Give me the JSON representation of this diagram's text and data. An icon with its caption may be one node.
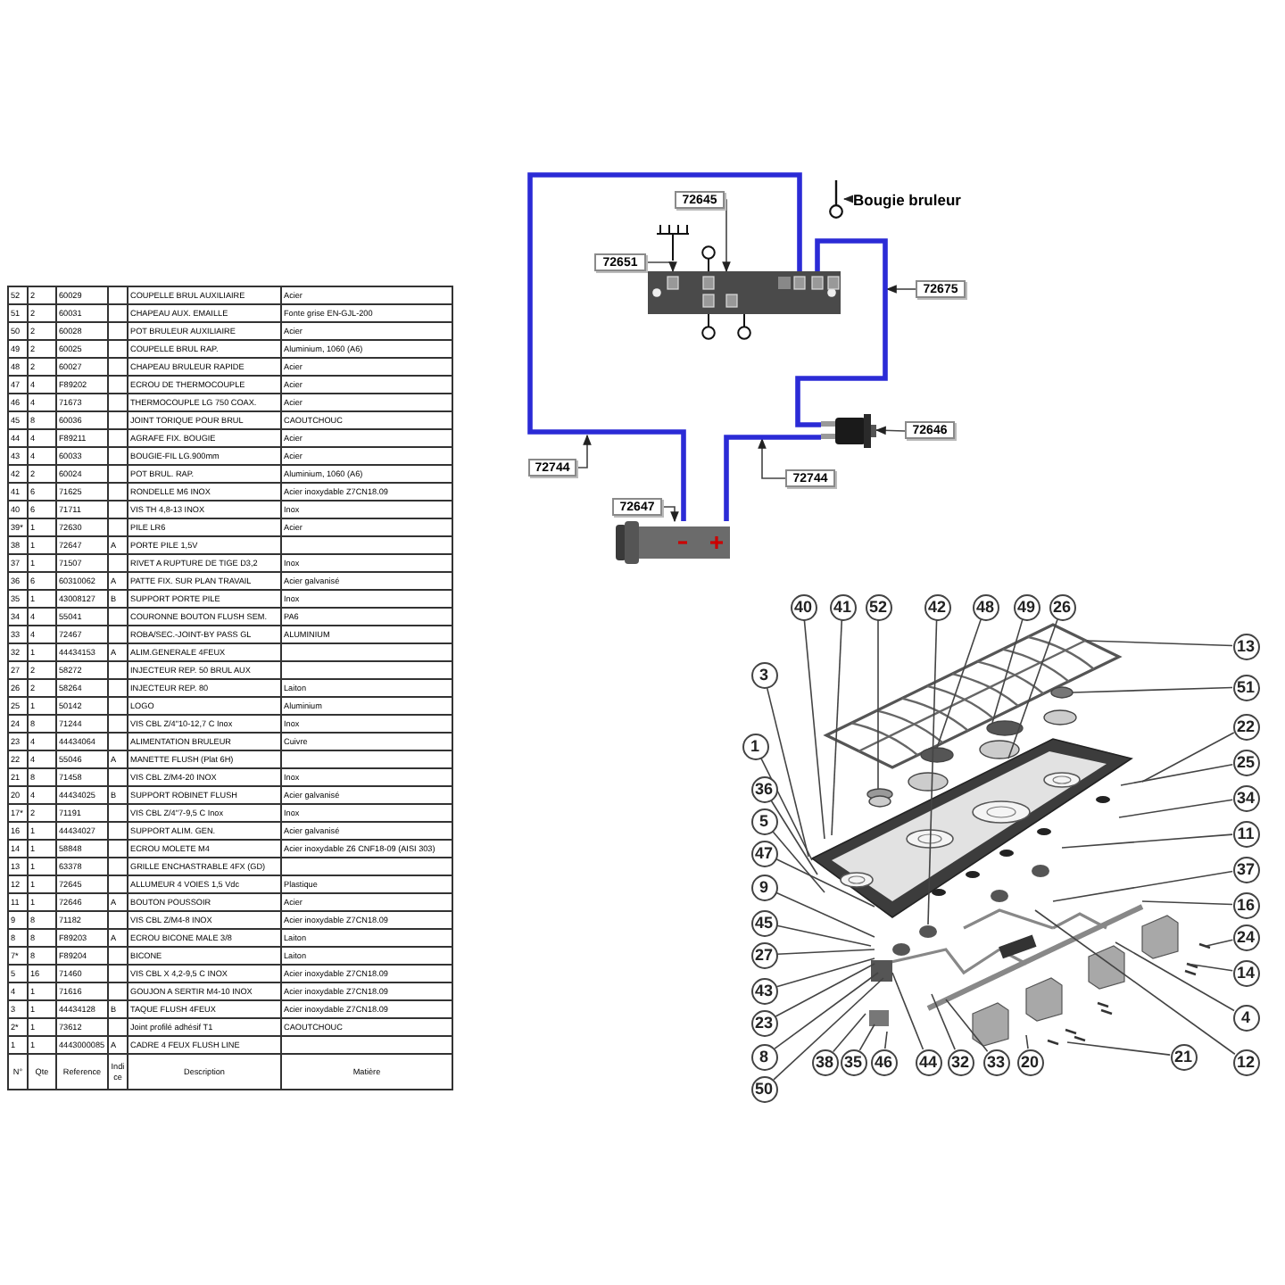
{
  "diagram": {
    "nodes": [
      {
        "text": [
          "72645"
        ]
      },
      {
        "text": [
          "Bougie bruleur"
        ]
      },
      {
        "text": [],
        "shape": "picture"
      },
      {
        "text": [
          "72651"
        ]
      },
      {
        "text": [],
        "shape": "picture"
      },
      {
        "text": [
          "72675"
        ]
      },
      {
        "text": [],
        "shape": "picture"
      },
      {
        "text": [
          "72646"
        ]
      },
      {
        "text": [
          "72744"
        ]
      },
      {
        "text": [
          "72744"
        ]
      },
      {
        "text": [
          "72647"
        ]
      },
      {
        "text": [],
        "shape": "picture"
      },
      {
        "text": [
          "40"
        ]
      },
      {
        "text": [
          "41"
        ]
      },
      {
        "text": [
          "52"
        ]
      },
      {
        "text": [
          "42"
        ]
      },
      {
        "text": [
          "48"
        ]
      },
      {
        "text": [
          "49"
        ]
      },
      {
        "text": [
          "26"
        ]
      },
      {
        "text": [
          "13"
        ]
      },
      {
        "text": [
          "3"
        ]
      },
      {
        "text": [
          "51"
        ]
      },
      {
        "text": [
          "1"
        ]
      },
      {
        "text": [
          "22"
        ]
      },
      {
        "text": [
          "36"
        ]
      },
      {
        "text": [
          "25"
        ]
      },
      {
        "text": [
          "5"
        ]
      },
      {
        "text": [
          "34"
        ]
      },
      {
        "text": [
          "47"
        ]
      },
      {
        "text": [
          "11"
        ]
      },
      {
        "text": [
          "9"
        ]
      },
      {
        "text": [
          "37"
        ]
      },
      {
        "text": [
          "45"
        ]
      },
      {
        "text": [
          "16"
        ]
      },
      {
        "text": [
          "27"
        ]
      },
      {
        "text": [
          "24"
        ]
      },
      {
        "text": [
          "43"
        ]
      },
      {
        "text": [
          "14"
        ]
      },
      {
        "text": [
          "23"
        ]
      },
      {
        "text": [
          "4"
        ]
      },
      {
        "text": [
          "8"
        ]
      },
      {
        "text": [
          "12"
        ]
      },
      {
        "text": [
          "50"
        ]
      },
      {
        "text": [
          "38"
        ]
      },
      {
        "text": [
          "35"
        ]
      },
      {
        "text": [
          "46"
        ]
      },
      {
        "text": [
          "44"
        ]
      },
      {
        "text": [
          "32"
        ]
      },
      {
        "text": [
          "33"
        ]
      },
      {
        "text": [
          "20"
        ]
      },
      {
        "text": [
          "21"
        ]
      },
      {
        "text": [],
        "shape": "picture"
      }
    ],
    "edges": [
      {
        "from": 0,
        "to": 4,
        "arrow": "to"
      },
      {
        "from": 1,
        "to": 2,
        "arrow": "to"
      },
      {
        "from": 3,
        "to": 4,
        "arrow": "to"
      },
      {
        "from": 5,
        "to": null,
        "arrow": "to"
      },
      {
        "from": 7,
        "to": 6,
        "arrow": "to"
      },
      {
        "from": 8,
        "to": null,
        "arrow": "to"
      },
      {
        "from": 9,
        "to": null,
        "arrow": "to"
      },
      {
        "from": 10,
        "to": 11,
        "arrow": "to"
      },
      {
        "from": 11,
        "to": 4,
        "arrow": "none",
        "style": "thick",
        "color": "#2b2bd6"
      },
      {
        "from": 4,
        "to": 6,
        "arrow": "none",
        "style": "thick",
        "color": "#2b2bd6"
      },
      {
        "from": 6,
        "to": 11,
        "arrow": "none",
        "style": "thick",
        "color": "#2b2bd6"
      },
      {
        "from": 12,
        "to": 51,
        "arrow": "none"
      },
      {
        "from": 13,
        "to": 51,
        "arrow": "none"
      },
      {
        "from": 14,
        "to": 51,
        "arrow": "none"
      },
      {
        "from": 15,
        "to": 51,
        "arrow": "none"
      },
      {
        "from": 16,
        "to": 51,
        "arrow": "none"
      },
      {
        "from": 17,
        "to": 51,
        "arrow": "none"
      },
      {
        "from": 18,
        "to": 51,
        "arrow": "none"
      },
      {
        "from": 19,
        "to": 51,
        "arrow": "none"
      },
      {
        "from": 20,
        "to": 51,
        "arrow": "none"
      },
      {
        "from": 21,
        "to": 51,
        "arrow": "none"
      },
      {
        "from": 22,
        "to": 51,
        "arrow": "none"
      },
      {
        "from": 23,
        "to": 51,
        "arrow": "none"
      },
      {
        "from": 24,
        "to": 51,
        "arrow": "none"
      },
      {
        "from": 25,
        "to": 51,
        "arrow": "none"
      },
      {
        "from": 26,
        "to": 51,
        "arrow": "none"
      },
      {
        "from": 27,
        "to": 51,
        "arrow": "none"
      },
      {
        "from": 28,
        "to": 51,
        "arrow": "none"
      },
      {
        "from": 29,
        "to": 51,
        "arrow": "none"
      },
      {
        "from": 30,
        "to": 51,
        "arrow": "none"
      },
      {
        "from": 31,
        "to": 51,
        "arrow": "none"
      },
      {
        "from": 32,
        "to": 51,
        "arrow": "none"
      },
      {
        "from": 33,
        "to": 51,
        "arrow": "none"
      },
      {
        "from": 34,
        "to": 51,
        "arrow": "none"
      },
      {
        "from": 35,
        "to": 51,
        "arrow": "none"
      },
      {
        "from": 36,
        "to": 51,
        "arrow": "none"
      },
      {
        "from": 37,
        "to": 51,
        "arrow": "none"
      },
      {
        "from": 38,
        "to": 51,
        "arrow": "none"
      },
      {
        "from": 39,
        "to": 51,
        "arrow": "none"
      },
      {
        "from": 40,
        "to": 51,
        "arrow": "none"
      },
      {
        "from": 41,
        "to": 51,
        "arrow": "none"
      },
      {
        "from": 42,
        "to": 51,
        "arrow": "none"
      },
      {
        "from": 43,
        "to": 51,
        "arrow": "none"
      },
      {
        "from": 44,
        "to": 51,
        "arrow": "none"
      },
      {
        "from": 45,
        "to": 51,
        "arrow": "none"
      },
      {
        "from": 46,
        "to": 51,
        "arrow": "none"
      },
      {
        "from": 47,
        "to": 51,
        "arrow": "none"
      },
      {
        "from": 48,
        "to": 51,
        "arrow": "none"
      },
      {
        "from": 49,
        "to": 51,
        "arrow": "none"
      },
      {
        "from": 50,
        "to": 51,
        "arrow": "none"
      }
    ],
    "labels": [
      "52",
      "2",
      "60029",
      "COUPELLE BRUL AUXILIAIRE",
      "Acier",
      "51",
      "2",
      "60031",
      "CHAPEAU AUX. EMAILLE",
      "Fonte grise EN-GJL-200",
      "50",
      "2",
      "60028",
      "POT BRULEUR AUXILIAIRE",
      "Acier",
      "49",
      "2",
      "60025",
      "COUPELLE BRUL RAP.",
      "Aluminium, 1060 (A6)",
      "48",
      "2",
      "60027",
      "CHAPEAU BRULEUR RAPIDE",
      "Acier",
      "47",
      "4",
      "F89202",
      "ECROU DE THERMOCOUPLE",
      "Acier",
      "46",
      "4",
      "71673",
      "THERMOCOUPLE LG 750 COAX.",
      "Acier",
      "45",
      "8",
      "60036",
      "JOINT TORIQUE POUR BRUL",
      "CAOUTCHOUC",
      "44",
      "4",
      "F89211",
      "AGRAFE FIX. BOUGIE",
      "Acier",
      "43",
      "4",
      "60033",
      "BOUGIE-FIL LG.900mm",
      "Acier",
      "42",
      "2",
      "60024",
      "POT BRUL. RAP.",
      "Aluminium, 1060 (A6)",
      "41",
      "6",
      "71625",
      "RONDELLE M6 INOX",
      "Acier inoxydable Z7CN18.09",
      "40",
      "6",
      "71711",
      "VIS TH 4,8-13 INOX",
      "Inox",
      "39*",
      "1",
      "72630",
      "PILE LR6",
      "Acier",
      "38",
      "1",
      "72647",
      "A",
      "PORTE PILE 1,5V",
      "37",
      "1",
      "71507",
      "RIVET A RUPTURE DE TIGE D3,2",
      "Inox",
      "36",
      "6",
      "60310062",
      "A",
      "PATTE FIX. SUR PLAN TRAVAIL",
      "Acier galvanisé",
      "35",
      "1",
      "43008127",
      "B",
      "SUPPORT PORTE PILE",
      "Inox",
      "34",
      "4",
      "55041",
      "COURONNE BOUTON FLUSH SEM.",
      "PA6",
      "33",
      "4",
      "72467",
      "ROBA/SEC.-JOINT-BY PASS GL",
      "ALUMINIUM",
      "32",
      "1",
      "44434153",
      "A",
      "ALIM.GENERALE 4FEUX",
      "27",
      "2",
      "58272",
      "INJECTEUR REP. 50 BRUL AUX",
      "26",
      "2",
      "58264",
      "INJECTEUR REP. 80",
      "Laiton",
      "25",
      "1",
      "50142",
      "LOGO",
      "Aluminium",
      "24",
      "8",
      "71244",
      "VIS CBL Z/4\"10-12,7 C  Inox",
      "Inox",
      "23",
      "4",
      "44434064",
      "ALIMENTATION BRULEUR",
      "Cuivre",
      "22",
      "4",
      "55046",
      "A",
      "MANETTE FLUSH (Plat 6H)",
      "21",
      "8",
      "71458",
      "VIS CBL Z/M4-20 INOX",
      "Inox",
      "20",
      "4",
      "44434025",
      "B",
      "SUPPORT ROBINET FLUSH",
      "Acier galvanisé",
      "17*",
      "2",
      "71191",
      "VIS CBL Z/4\"7-9,5 C  Inox",
      "Inox",
      "16",
      "1",
      "44434027",
      "SUPPORT ALIM. GEN.",
      "Acier galvanisé",
      "14",
      "1",
      "58848",
      "ECROU MOLETE M4",
      "Acier inoxydable Z6 CNF18-09 (AISI 303)",
      "13",
      "1",
      "63378",
      "GRILLE ENCHASTRABLE 4FX (GD)",
      "12",
      "1",
      "72645",
      "ALLUMEUR 4 VOIES 1,5 Vdc",
      "Plastique",
      "11",
      "1",
      "72646",
      "A",
      "BOUTON POUSSOIR",
      "Acier",
      "9",
      "8",
      "71182",
      "VIS CBL Z/M4-8 INOX",
      "Acier inoxydable Z7CN18.09",
      "8",
      "8",
      "F89203",
      "A",
      "ECROU BICONE MALE 3/8",
      "Laiton",
      "7*",
      "8",
      "F89204",
      "BICONE",
      "Laiton",
      "5",
      "16",
      "71460",
      "VIS CBL X 4,2-9,5 C  INOX",
      "Acier inoxydable Z7CN18.09",
      "4",
      "1",
      "71616",
      "GOUJON A SERTIR M4-10 INOX",
      "Acier inoxydable Z7CN18.09",
      "3",
      "1",
      "44434128",
      "B",
      "TAQUE FLUSH 4FEUX",
      "Acier inoxydable Z7CN18.09",
      "2*",
      "1",
      "73612",
      "Joint profilé adhésif T1",
      "CAOUTCHOUC",
      "1",
      "1",
      "4443000085",
      "A",
      "CADRE 4 FEUX FLUSH LINE",
      "N°",
      "Qte",
      "Reference",
      "Indice",
      "Description",
      "Matière"
    ]
  }
}
